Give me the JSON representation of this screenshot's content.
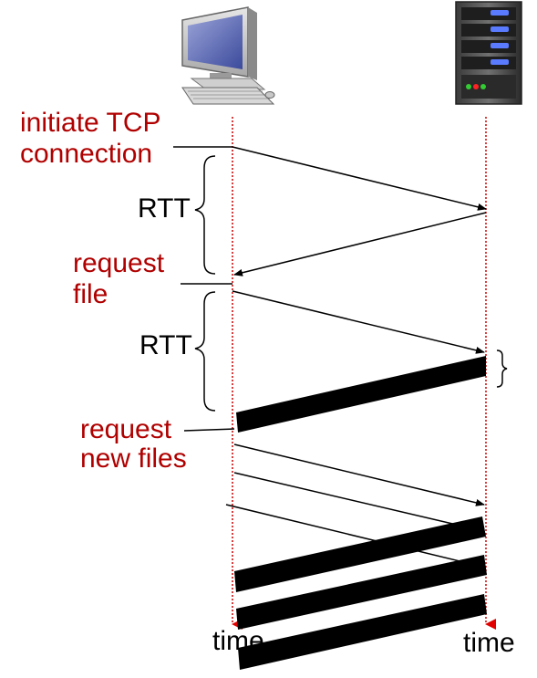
{
  "labels": {
    "initiate_line1": "initiate TCP",
    "initiate_line2": "connection",
    "rtt_first": "RTT",
    "request_file_line1": "request",
    "request_file_line2": "file",
    "rtt_second": "RTT",
    "request_new_line1": "request",
    "request_new_line2": "new files",
    "time_client": "time",
    "time_server": "time"
  },
  "icons": {
    "client": "desktop-computer-icon",
    "server": "server-tower-icon"
  },
  "colors": {
    "label_red": "#b00000",
    "timeline_red": "#cc0000",
    "arrow": "#000000"
  }
}
